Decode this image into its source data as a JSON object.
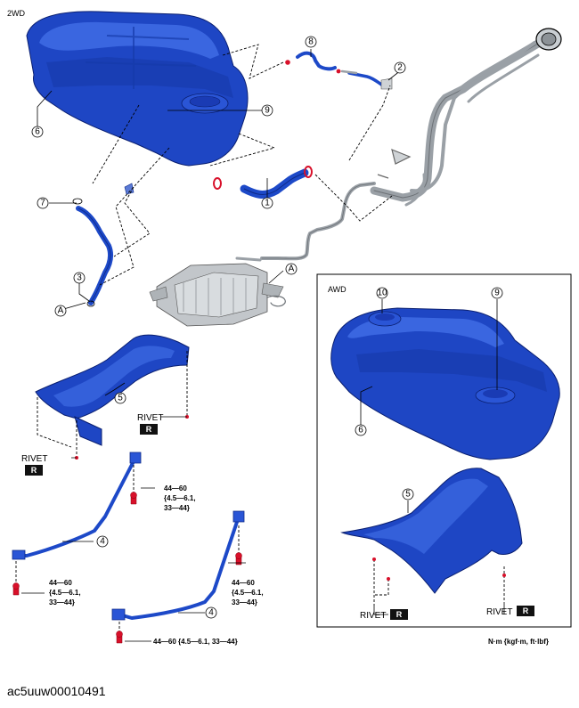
{
  "labels": {
    "variant_2wd": "2WD",
    "variant_awd": "AWD",
    "rivet": "RIVET",
    "rivet_mark": "R",
    "connector_a": "A",
    "torque_1_l1": "44—60",
    "torque_1_l2": "{4.5—6.1,",
    "torque_1_l3": "33—44}",
    "torque_inline": "44—60 {4.5—6.1, 33—44}",
    "units": "N·m {kgf·m, ft·lbf}"
  },
  "callouts": [
    "1",
    "2",
    "3",
    "4",
    "5",
    "6",
    "7",
    "8",
    "9",
    "10"
  ],
  "figure_id": "ac5uuw00010491"
}
